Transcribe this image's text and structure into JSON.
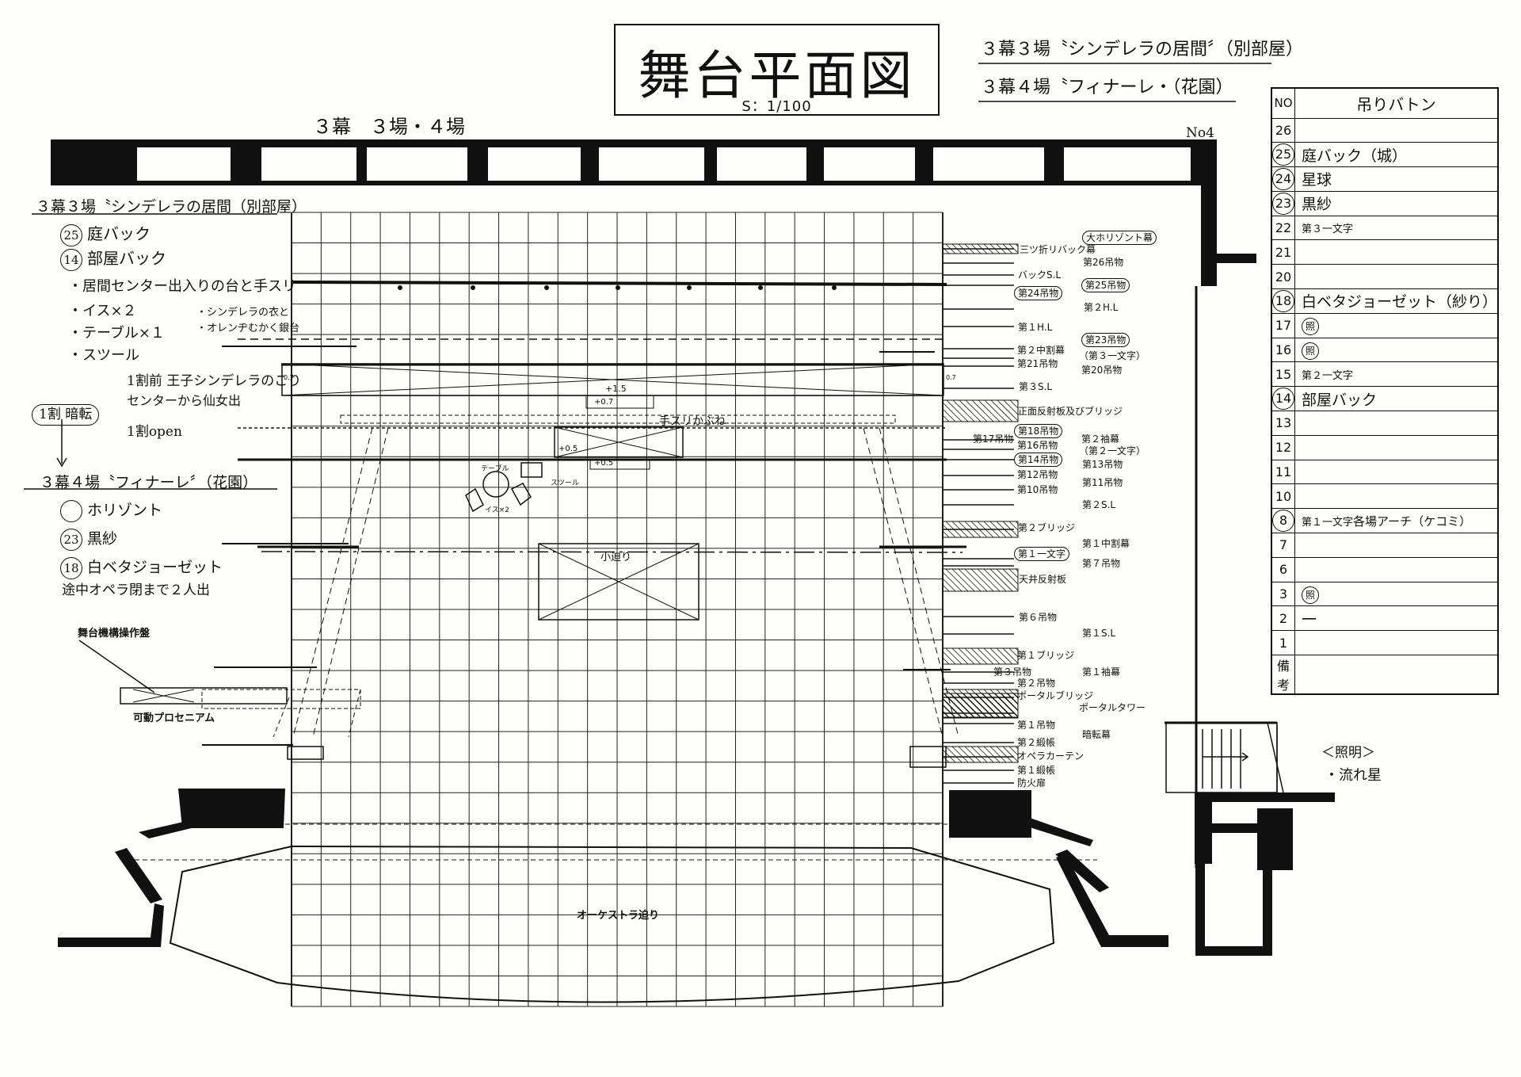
{
  "title": {
    "main": "舞台平面図",
    "scale": "S：1/100"
  },
  "scenes_header": {
    "line1": "３幕３場〝シンデレラの居間〞（別部屋）",
    "line2": "３幕４場〝フィナーレ・（花園）",
    "plan_heading": "３幕　３場・４場",
    "sheet_no": "No4"
  },
  "left_notes": {
    "scene3_title": "３幕３場〝シンデレラの居間（別部屋）",
    "scene3_items": [
      {
        "num": "25",
        "label": "庭バック"
      },
      {
        "num": "14",
        "label": "部屋バック"
      }
    ],
    "scene3_bullets": [
      "・居間センター出入りの台と手スリ",
      "・イス×２",
      "・テーブル×１",
      "・スツール"
    ],
    "scene3_side_note_1": "・シンデレラの衣と",
    "scene3_side_note_2": "・オレンヂむかく銀台",
    "pre_note_1": "1割前 王子シンデレラのこり",
    "pre_note_2": "センターから仙女出",
    "open_note": "1割open",
    "transition": "1割 暗転",
    "scene4_title": "３幕４場〝フィナーレ〞（花園）",
    "scene4_items": [
      {
        "num": "",
        "label": "ホリゾント"
      },
      {
        "num": "23",
        "label": "黒紗"
      },
      {
        "num": "18",
        "label": "白ベタジョーゼット"
      }
    ],
    "scene4_note": "途中オペラ閉まで２人出",
    "console_label": "舞台機構操作盤",
    "proscenium_label": "可動プロセニアム"
  },
  "stage_labels": {
    "small_lift": "小迫り",
    "orchestra_lift": "オーケストラ迫り",
    "table": "テーブル",
    "chairs": "イス×2",
    "stool": "スツール",
    "handrail": "手スリかぶね",
    "h15": "+1.5",
    "h07": "+0.7",
    "h05": "+0.5",
    "h05b": "+0.5",
    "side_07a": "0.7",
    "side_07b": "0.7"
  },
  "right_labels": [
    {
      "text": "大ホリゾント幕",
      "oval": true
    },
    {
      "text": "三ツ折リバック幕",
      "oval": false
    },
    {
      "text": "第26吊物",
      "oval": false
    },
    {
      "text": "バックS.L",
      "oval": false
    },
    {
      "text": "第25吊物",
      "oval": true
    },
    {
      "text": "第24吊物",
      "oval": true
    },
    {
      "text": "第２H.L",
      "oval": false
    },
    {
      "text": "第１H.L",
      "oval": false
    },
    {
      "text": "第23吊物",
      "oval": true
    },
    {
      "text": "第２中割幕",
      "oval": false
    },
    {
      "text": "（第３一文字）",
      "oval": false
    },
    {
      "text": "第21吊物",
      "oval": false
    },
    {
      "text": "第20吊物",
      "oval": false
    },
    {
      "text": "第３S.L",
      "oval": false
    },
    {
      "text": "正面反射板及びブリッジ",
      "oval": false
    },
    {
      "text": "第18吊物",
      "oval": true
    },
    {
      "text": "第17吊物",
      "oval": false
    },
    {
      "text": "第２袖幕",
      "oval": false
    },
    {
      "text": "第16吊物",
      "oval": false
    },
    {
      "text": "（第２一文字）",
      "oval": false
    },
    {
      "text": "第14吊物",
      "oval": true
    },
    {
      "text": "第13吊物",
      "oval": false
    },
    {
      "text": "第12吊物",
      "oval": false
    },
    {
      "text": "第11吊物",
      "oval": false
    },
    {
      "text": "第10吊物",
      "oval": false
    },
    {
      "text": "第２S.L",
      "oval": false
    },
    {
      "text": "第２ブリッジ",
      "oval": false
    },
    {
      "text": "第１中割幕",
      "oval": false
    },
    {
      "text": "第１一文字",
      "oval": true
    },
    {
      "text": "第７吊物",
      "oval": false
    },
    {
      "text": "天井反射板",
      "oval": false
    },
    {
      "text": "第６吊物",
      "oval": false
    },
    {
      "text": "第１S.L",
      "oval": false
    },
    {
      "text": "第１ブリッジ",
      "oval": false
    },
    {
      "text": "第３吊物",
      "oval": false
    },
    {
      "text": "第１袖幕",
      "oval": false
    },
    {
      "text": "第２吊物",
      "oval": false
    },
    {
      "text": "ポータルブリッジ",
      "oval": false
    },
    {
      "text": "ポータルタワー",
      "oval": false
    },
    {
      "text": "第１吊物",
      "oval": false
    },
    {
      "text": "暗転幕",
      "oval": false
    },
    {
      "text": "第２緞帳",
      "oval": false
    },
    {
      "text": "オペラカーテン",
      "oval": false
    },
    {
      "text": "第１緞帳",
      "oval": false
    },
    {
      "text": "防火扉",
      "oval": false
    }
  ],
  "batten_table": {
    "header_no": "NO",
    "header_name": "吊りバトン",
    "rows": [
      {
        "no": "26",
        "circled": false,
        "name": "",
        "tag": ""
      },
      {
        "no": "25",
        "circled": true,
        "name": "庭バック（城）",
        "tag": ""
      },
      {
        "no": "24",
        "circled": true,
        "name": "星球",
        "tag": ""
      },
      {
        "no": "23",
        "circled": true,
        "name": "黒紗",
        "tag": ""
      },
      {
        "no": "22",
        "circled": false,
        "name": "第３一文字",
        "tag": ""
      },
      {
        "no": "21",
        "circled": false,
        "name": "",
        "tag": ""
      },
      {
        "no": "20",
        "circled": false,
        "name": "",
        "tag": ""
      },
      {
        "no": "18",
        "circled": true,
        "name": "白ベタジョーゼット（紗り）",
        "tag": ""
      },
      {
        "no": "17",
        "circled": false,
        "name": "",
        "tag": "照"
      },
      {
        "no": "16",
        "circled": false,
        "name": "",
        "tag": "照"
      },
      {
        "no": "15",
        "circled": false,
        "name": "第２一文字",
        "tag": ""
      },
      {
        "no": "14",
        "circled": true,
        "name": "部屋バック",
        "tag": ""
      },
      {
        "no": "13",
        "circled": false,
        "name": "",
        "tag": ""
      },
      {
        "no": "12",
        "circled": false,
        "name": "",
        "tag": ""
      },
      {
        "no": "11",
        "circled": false,
        "name": "",
        "tag": ""
      },
      {
        "no": "10",
        "circled": false,
        "name": "",
        "tag": ""
      },
      {
        "no": "8",
        "circled": true,
        "name": "第１一文字",
        "extra": "各場アーチ（ケコミ）",
        "tag": ""
      },
      {
        "no": "7",
        "circled": false,
        "name": "",
        "tag": ""
      },
      {
        "no": "6",
        "circled": false,
        "name": "",
        "tag": ""
      },
      {
        "no": "3",
        "circled": false,
        "name": "",
        "tag": "照"
      },
      {
        "no": "2",
        "circled": false,
        "name": "一",
        "tag": ""
      },
      {
        "no": "1",
        "circled": false,
        "name": "",
        "tag": ""
      },
      {
        "no": "備考",
        "circled": false,
        "name": "",
        "tag": ""
      }
    ]
  },
  "lighting_note": {
    "title": "＜照明＞",
    "item": "・流れ星"
  }
}
